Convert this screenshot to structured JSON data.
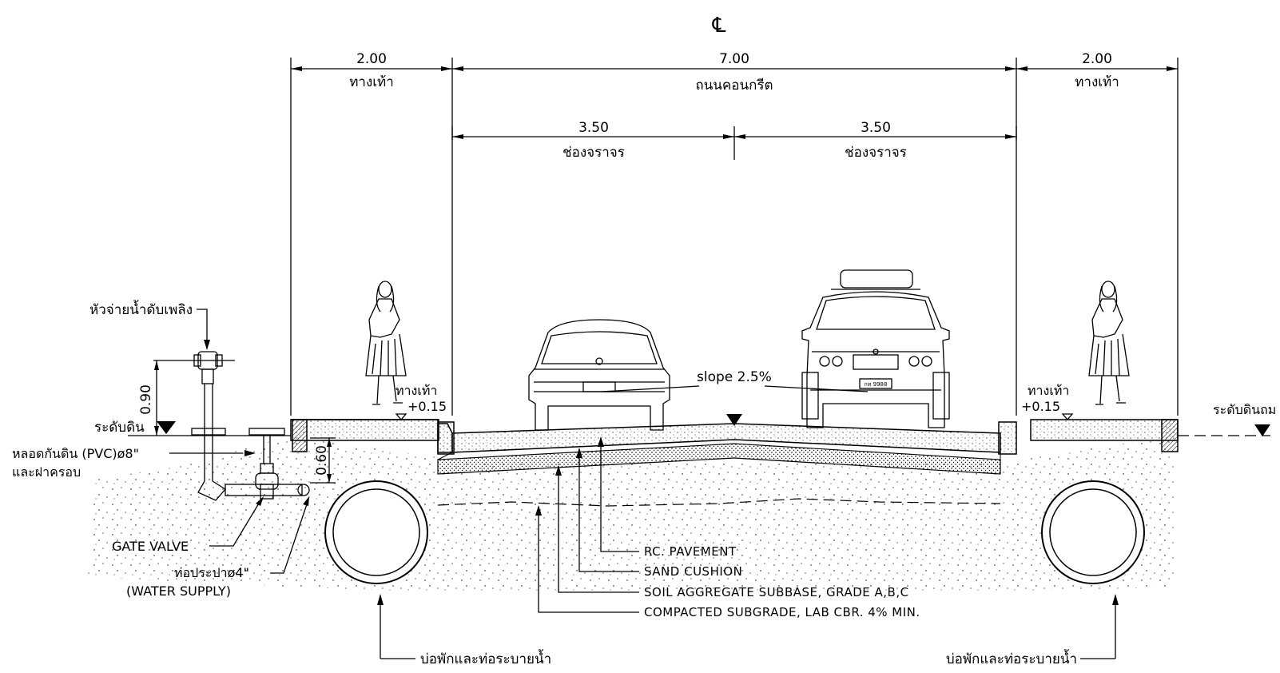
{
  "centerline_symbol": "℄",
  "dimensions": {
    "left_sidewalk_width": "2.00",
    "left_sidewalk_label": "ทางเท้า",
    "road_width": "7.00",
    "road_label": "ถนนคอนกรีต",
    "right_sidewalk_width": "2.00",
    "right_sidewalk_label": "ทางเท้า",
    "lane_left_width": "3.50",
    "lane_left_label": "ช่องจราจร",
    "lane_right_width": "3.50",
    "lane_right_label": "ช่องจราจร"
  },
  "left_side": {
    "hydrant_label": "หัวจ่ายน้ำดับเพลิง",
    "hydrant_height": "0.90",
    "ground_level_label": "ระดับดิน",
    "sleeve_label_line1": "หลอดกันดิน (PVC)ø8\"",
    "sleeve_label_line2": "และฝาครอบ",
    "gate_valve_label": "GATE VALVE",
    "water_pipe_label": "ท่อประปาø4\"",
    "water_supply_label": "(WATER SUPPLY)",
    "pipe_depth": "0.60"
  },
  "sidewalk_left": {
    "label": "ทางเท้า",
    "elevation": "+0.15"
  },
  "sidewalk_right": {
    "label": "ทางเท้า",
    "elevation": "+0.15"
  },
  "right_side": {
    "ground_level_label": "ระดับดินถม"
  },
  "slope_label": "slope 2.5%",
  "layers": {
    "pavement": "RC. PAVEMENT",
    "sand": "SAND CUSHION",
    "subbase": "SOIL AGGREGATE SUBBASE, GRADE A,B,C",
    "subgrade": "COMPACTED SUBGRADE, LAB CBR. 4% MIN."
  },
  "drains": {
    "left_label": "บ่อพักและท่อระบายน้ำ",
    "right_label": "บ่อพักและท่อระบายน้ำ"
  },
  "vehicles": {
    "left_plate": "",
    "right_plate": "กท 9988"
  },
  "icons": [
    "centerline-icon",
    "level-marker-icon",
    "person-icon",
    "car-rear-icon",
    "car-front-icon",
    "fire-hydrant-icon",
    "gate-valve-icon",
    "drain-pipe-icon"
  ]
}
